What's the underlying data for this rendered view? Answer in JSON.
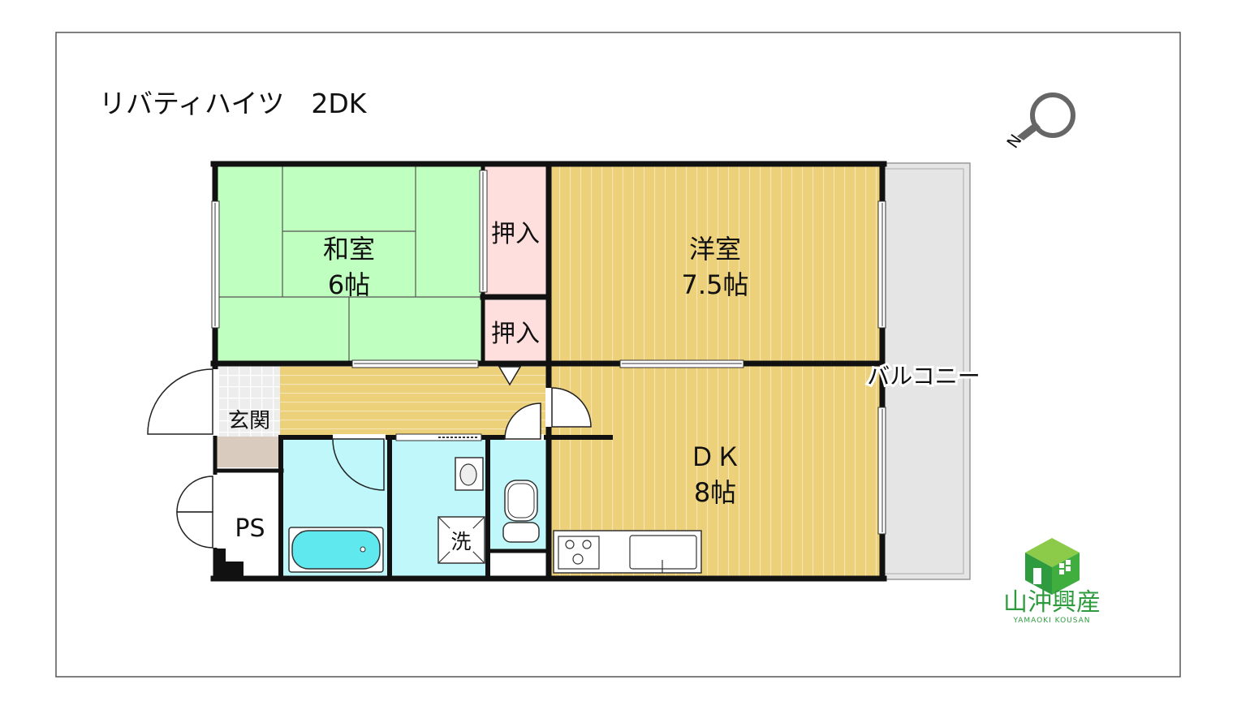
{
  "title": "リバティハイツ　2DK",
  "compass": {
    "letter": "N"
  },
  "rooms": {
    "washitsu": {
      "name": "和室",
      "size": "6帖"
    },
    "oshiire_top": {
      "name": "押入"
    },
    "oshiire_bottom": {
      "name": "押入"
    },
    "youshitsu": {
      "name": "洋室",
      "size": "7.5帖"
    },
    "dk": {
      "name": "ＤＫ",
      "size": "8帖"
    },
    "genkan": {
      "name": "玄関"
    },
    "ps": {
      "name": "PS"
    },
    "washer": {
      "name": "洗"
    },
    "balcony": {
      "name": "バルコニー"
    }
  },
  "logo": {
    "name": "山沖興産",
    "sub": "YAMAOKI KOUSAN"
  },
  "colors": {
    "washitsu": "#bfffbf",
    "oshiire": "#ffdede",
    "wood": "#ecd07a",
    "water": "#bff7fb",
    "balcony": "#e5e5e5",
    "genkan_floor": "#d9cbbd",
    "logo_green": "#2e9b3e",
    "logo_light": "#8ccb4a"
  }
}
